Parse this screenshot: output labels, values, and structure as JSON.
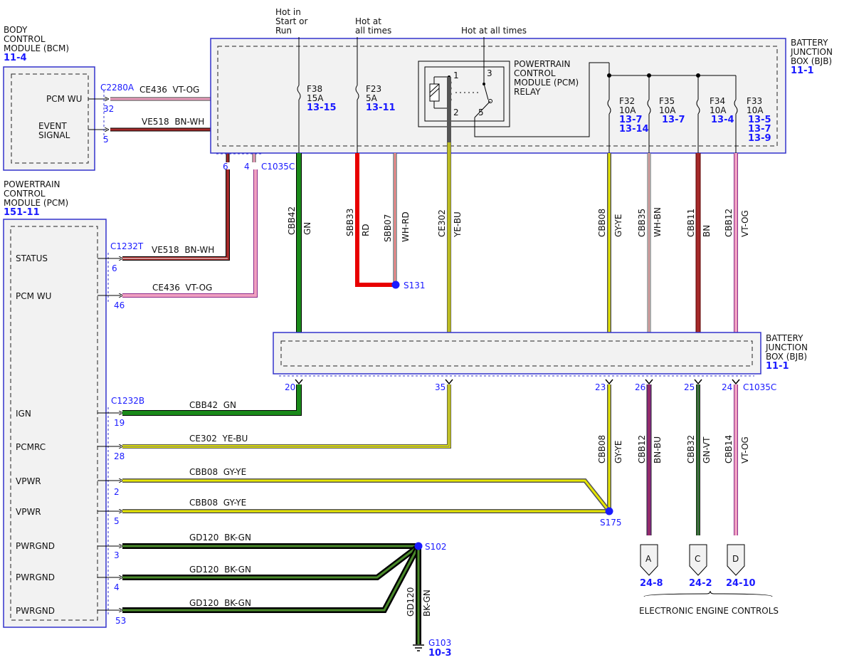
{
  "bcm": {
    "title": [
      "BODY",
      "CONTROL",
      "MODULE (BCM)"
    ],
    "ref": "11-4",
    "pins": [
      "PCM WU",
      "EVENT",
      "SIGNAL"
    ],
    "connector": "C2280A"
  },
  "pcm": {
    "title": [
      "POWERTRAIN",
      "CONTROL",
      "MODULE (PCM)"
    ],
    "ref": "151-11",
    "pins": [
      "STATUS",
      "PCM WU",
      "IGN",
      "PCMRC",
      "VPWR",
      "VPWR",
      "PWRGND",
      "PWRGND",
      "PWRGND"
    ],
    "connector_top": "C1232T",
    "connector_bottom": "C1232B"
  },
  "bjb": {
    "title": [
      "BATTERY",
      "JUNCTION",
      "BOX (BJB)"
    ],
    "ref": "11-1",
    "connector": "C1035C"
  },
  "relay": {
    "title": [
      "POWERTRAIN",
      "CONTROL",
      "MODULE (PCM)",
      "RELAY"
    ],
    "pins": [
      "1",
      "2",
      "3",
      "5"
    ]
  },
  "hot_labels": {
    "start_run": [
      "Hot in",
      "Start or",
      "Run"
    ],
    "at_all_times": [
      "Hot at",
      "all times"
    ],
    "relay": "Hot at all times"
  },
  "fuses": [
    {
      "name": "F38",
      "rating": "15A",
      "refs": [
        "13-15"
      ]
    },
    {
      "name": "F23",
      "rating": "5A",
      "refs": [
        "13-11"
      ]
    },
    {
      "name": "F32",
      "rating": "10A",
      "refs": [
        "13-7",
        "13-14"
      ]
    },
    {
      "name": "F35",
      "rating": "10A",
      "refs": [
        "13-7"
      ]
    },
    {
      "name": "F34",
      "rating": "10A",
      "refs": [
        "13-4"
      ]
    },
    {
      "name": "F33",
      "rating": "10A",
      "refs": [
        "13-5",
        "13-7",
        "13-9"
      ]
    }
  ],
  "vertical_wires": [
    {
      "circuit": "CBB42",
      "color": "GN"
    },
    {
      "circuit": "SBB33",
      "color": "RD"
    },
    {
      "circuit": "SBB07",
      "color": "WH-RD"
    },
    {
      "circuit": "CE302",
      "color": "YE-BU"
    },
    {
      "circuit": "CBB08",
      "color": "GY-YE"
    },
    {
      "circuit": "CBB35",
      "color": "WH-BN"
    },
    {
      "circuit": "CBB11",
      "color": "BN"
    },
    {
      "circuit": "CBB12",
      "color": "VT-OG"
    },
    {
      "circuit": "CBB08",
      "color": "GY-YE"
    },
    {
      "circuit": "CBB12",
      "color": "BN-BU"
    },
    {
      "circuit": "CBB32",
      "color": "GN-VT"
    },
    {
      "circuit": "CBB14",
      "color": "VT-OG"
    },
    {
      "circuit": "GD120",
      "color": "BK-GN"
    }
  ],
  "horizontal_wires": [
    {
      "label": "CE436  VT-OG"
    },
    {
      "label": "VE518  BN-WH"
    },
    {
      "label": "VE518  BN-WH"
    },
    {
      "label": "CE436  VT-OG"
    },
    {
      "label": "CBB42  GN"
    },
    {
      "label": "CE302  YE-BU"
    },
    {
      "label": "CBB08  GY-YE"
    },
    {
      "label": "CBB08  GY-YE"
    },
    {
      "label": "GD120  BK-GN"
    },
    {
      "label": "GD120  BK-GN"
    },
    {
      "label": "GD120  BK-GN"
    }
  ],
  "pin_numbers": {
    "bcm": [
      "32",
      "5"
    ],
    "c1035c_top": [
      "6",
      "4"
    ],
    "pcm_top": [
      "6",
      "46"
    ],
    "pcm_bottom": [
      "19",
      "28",
      "2",
      "5",
      "3",
      "4",
      "53"
    ],
    "c1035c_bottom": [
      "20",
      "35",
      "23",
      "26",
      "25",
      "24"
    ]
  },
  "splices": [
    "S131",
    "S175",
    "S102"
  ],
  "ground": {
    "name": "G103",
    "ref": "10-3"
  },
  "eec": {
    "connectors": [
      "A",
      "C",
      "D"
    ],
    "refs": [
      "24-8",
      "24-2",
      "24-10"
    ],
    "label": "ELECTRONIC ENGINE CONTROLS"
  },
  "colors": {
    "GN": "#1a8a1a",
    "RD": "#e80000",
    "BN": "#a52a2a",
    "YE": "#e6e600",
    "VT": "#8b2a8b",
    "OG": "#f0a0c0",
    "GY": "#888888",
    "BK": "#000000",
    "WH": "#ffffff",
    "BU": "#1a1aff",
    "box": "#3333cc"
  }
}
